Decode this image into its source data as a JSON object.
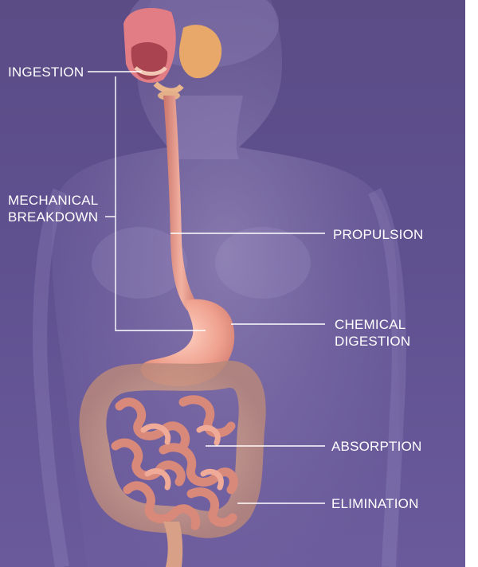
{
  "labels": {
    "ingestion": "INGESTION",
    "mechanical_breakdown": [
      "MECHANICAL",
      "BREAKDOWN"
    ],
    "propulsion": "PROPULSION",
    "chemical_digestion": [
      "CHEMICAL",
      "DIGESTION"
    ],
    "absorption": "ABSORPTION",
    "elimination": "ELIMINATION"
  },
  "colors": {
    "background": "#5f5090",
    "label_text": "#ffffff",
    "leader_line": "#ffffff",
    "organ": "#e9a08f"
  }
}
